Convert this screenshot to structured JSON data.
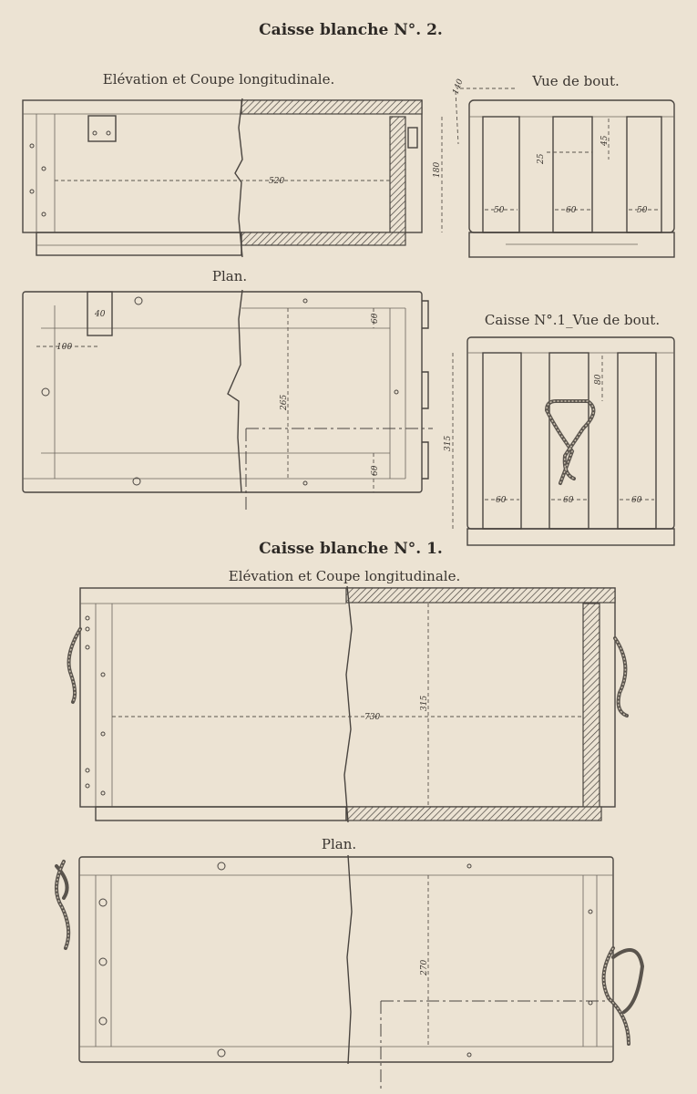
{
  "caisse2": {
    "title": "Caisse blanche N°. 2.",
    "elevation_label": "Elévation et Coupe longitudinale.",
    "end_view_label": "Vue de bout.",
    "plan_label": "Plan.",
    "dims": {
      "length": "520",
      "end_top": "140",
      "end_height": "180",
      "end_mid": "25",
      "end_slat_top": "45",
      "slat_left": "50",
      "slat_mid": "60",
      "slat_right": "50",
      "plan_tab": "40",
      "plan_offset": "100",
      "plan_width": "265",
      "plan_top": "60",
      "plan_bottom": "60"
    }
  },
  "caisse1": {
    "title": "Caisse blanche N°. 1.",
    "end_view_label": "Caisse N°.1_Vue de bout.",
    "elevation_label": "Elévation et Coupe longitudinale.",
    "plan_label": "Plan.",
    "dims": {
      "end_height": "315",
      "end_top": "80",
      "slat_left": "60",
      "slat_mid": "60",
      "slat_right": "60",
      "length": "730",
      "height": "315",
      "plan_width": "270"
    }
  }
}
